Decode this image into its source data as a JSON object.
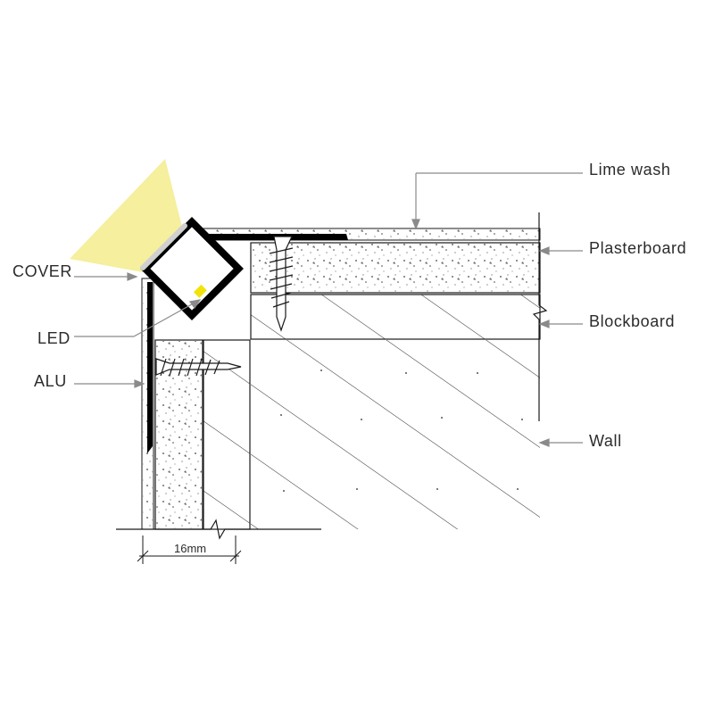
{
  "labels": {
    "lime_wash": "Lime wash",
    "plasterboard": "Plasterboard",
    "blockboard": "Blockboard",
    "wall": "Wall",
    "cover": "COVER",
    "led": "LED",
    "alu": "ALU"
  },
  "dimension": "16mm",
  "colors": {
    "line": "#1a1a1a",
    "leader": "#8a8a8a",
    "light_beam": "#f5ef9e",
    "led_chip": "#f2e20a",
    "profile": "#000000",
    "cover": "#d0d0d0"
  }
}
